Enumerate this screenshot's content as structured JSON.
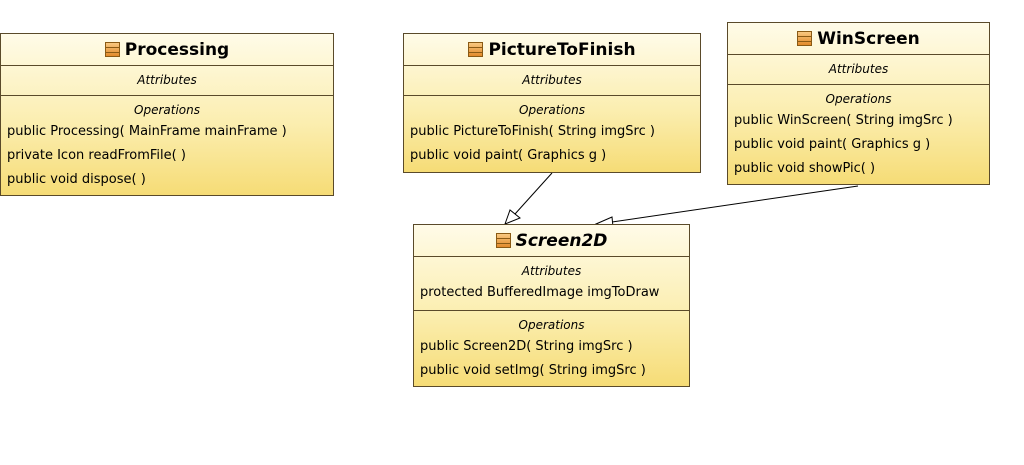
{
  "classes": {
    "processing": {
      "name": "Processing",
      "attributes_title": "Attributes",
      "attributes": [],
      "operations_title": "Operations",
      "operations": [
        "public Processing( MainFrame mainFrame )",
        "private Icon  readFromFile(  )",
        "public void  dispose(  )"
      ]
    },
    "picture_to_finish": {
      "name": "PictureToFinish",
      "attributes_title": "Attributes",
      "attributes": [],
      "operations_title": "Operations",
      "operations": [
        "public PictureToFinish( String imgSrc )",
        "public void  paint( Graphics g )"
      ]
    },
    "win_screen": {
      "name": "WinScreen",
      "attributes_title": "Attributes",
      "attributes": [],
      "operations_title": "Operations",
      "operations": [
        "public WinScreen( String imgSrc )",
        "public void  paint( Graphics g )",
        "public void  showPic(  )"
      ]
    },
    "screen2d": {
      "name": "Screen2D",
      "abstract": true,
      "attributes_title": "Attributes",
      "attributes": [
        "protected BufferedImage imgToDraw"
      ],
      "operations_title": "Operations",
      "operations": [
        "public Screen2D( String imgSrc )",
        "public void  setImg( String imgSrc )"
      ]
    }
  },
  "relations": [
    {
      "type": "generalization",
      "from": "PictureToFinish",
      "to": "Screen2D"
    },
    {
      "type": "generalization",
      "from": "WinScreen",
      "to": "Screen2D"
    }
  ],
  "colors": {
    "border": "#5a4a2a",
    "fill_top": "#fffbe8",
    "fill_bottom": "#f6dc76",
    "icon": "#e28a2a"
  },
  "icons": {
    "class": "class-icon"
  }
}
